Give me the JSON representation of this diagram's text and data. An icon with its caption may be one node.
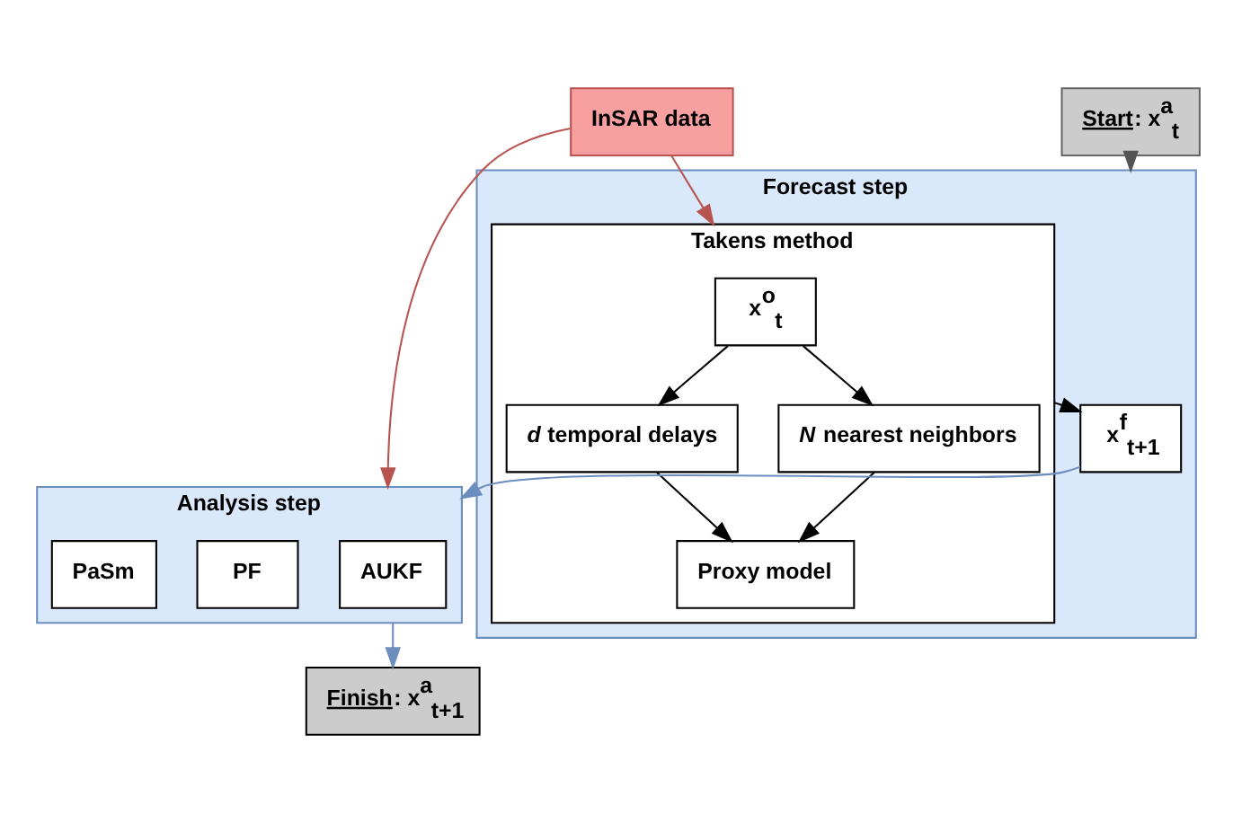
{
  "diagram": {
    "nodes": [
      {
        "text": [
          "InSAR data"
        ]
      },
      {
        "text": [
          "**Start**: x$^{a}$$_{t}$"
        ]
      },
      {
        "text": [
          "Forecast step"
        ]
      },
      {
        "text": [
          "Takens method"
        ],
        "in": 2
      },
      {
        "text": [
          "x$^{o}$$_{t}$"
        ],
        "in": 3
      },
      {
        "text": [
          "*d* temporal delays"
        ],
        "in": 3
      },
      {
        "text": [
          "*N* nearest neighbors"
        ],
        "in": 3
      },
      {
        "text": [
          "Proxy model"
        ],
        "in": 3
      },
      {
        "text": [
          "x$^{f}$$_{t+1}$"
        ],
        "in": 2
      },
      {
        "text": [
          "Analysis step"
        ]
      },
      {
        "text": [
          "AUKF"
        ],
        "in": 9
      },
      {
        "text": [
          "PF"
        ],
        "in": 9
      },
      {
        "text": [
          "PaSm"
        ],
        "in": 9
      },
      {
        "text": [
          "**Finish**: x$^{a}$$_{t+1}$"
        ]
      }
    ],
    "edges": [
      {
        "from": 0,
        "to": 9,
        "arrow": "to",
        "color": "#b85450"
      },
      {
        "from": 0,
        "to": 3,
        "arrow": "to",
        "color": "#b85450"
      },
      {
        "from": 1,
        "to": 2,
        "arrow": "to",
        "color": "#555555"
      },
      {
        "from": 4,
        "to": 5,
        "arrow": "to"
      },
      {
        "from": 4,
        "to": 6,
        "arrow": "to"
      },
      {
        "from": 5,
        "to": 7,
        "arrow": "to"
      },
      {
        "from": 6,
        "to": 7,
        "arrow": "to"
      },
      {
        "from": 3,
        "to": 8,
        "arrow": "to"
      },
      {
        "from": 8,
        "to": 9,
        "arrow": "to",
        "color": "#6c8ebf"
      },
      {
        "from": 9,
        "to": 13,
        "arrow": "to",
        "color": "#6c8ebf"
      }
    ]
  }
}
